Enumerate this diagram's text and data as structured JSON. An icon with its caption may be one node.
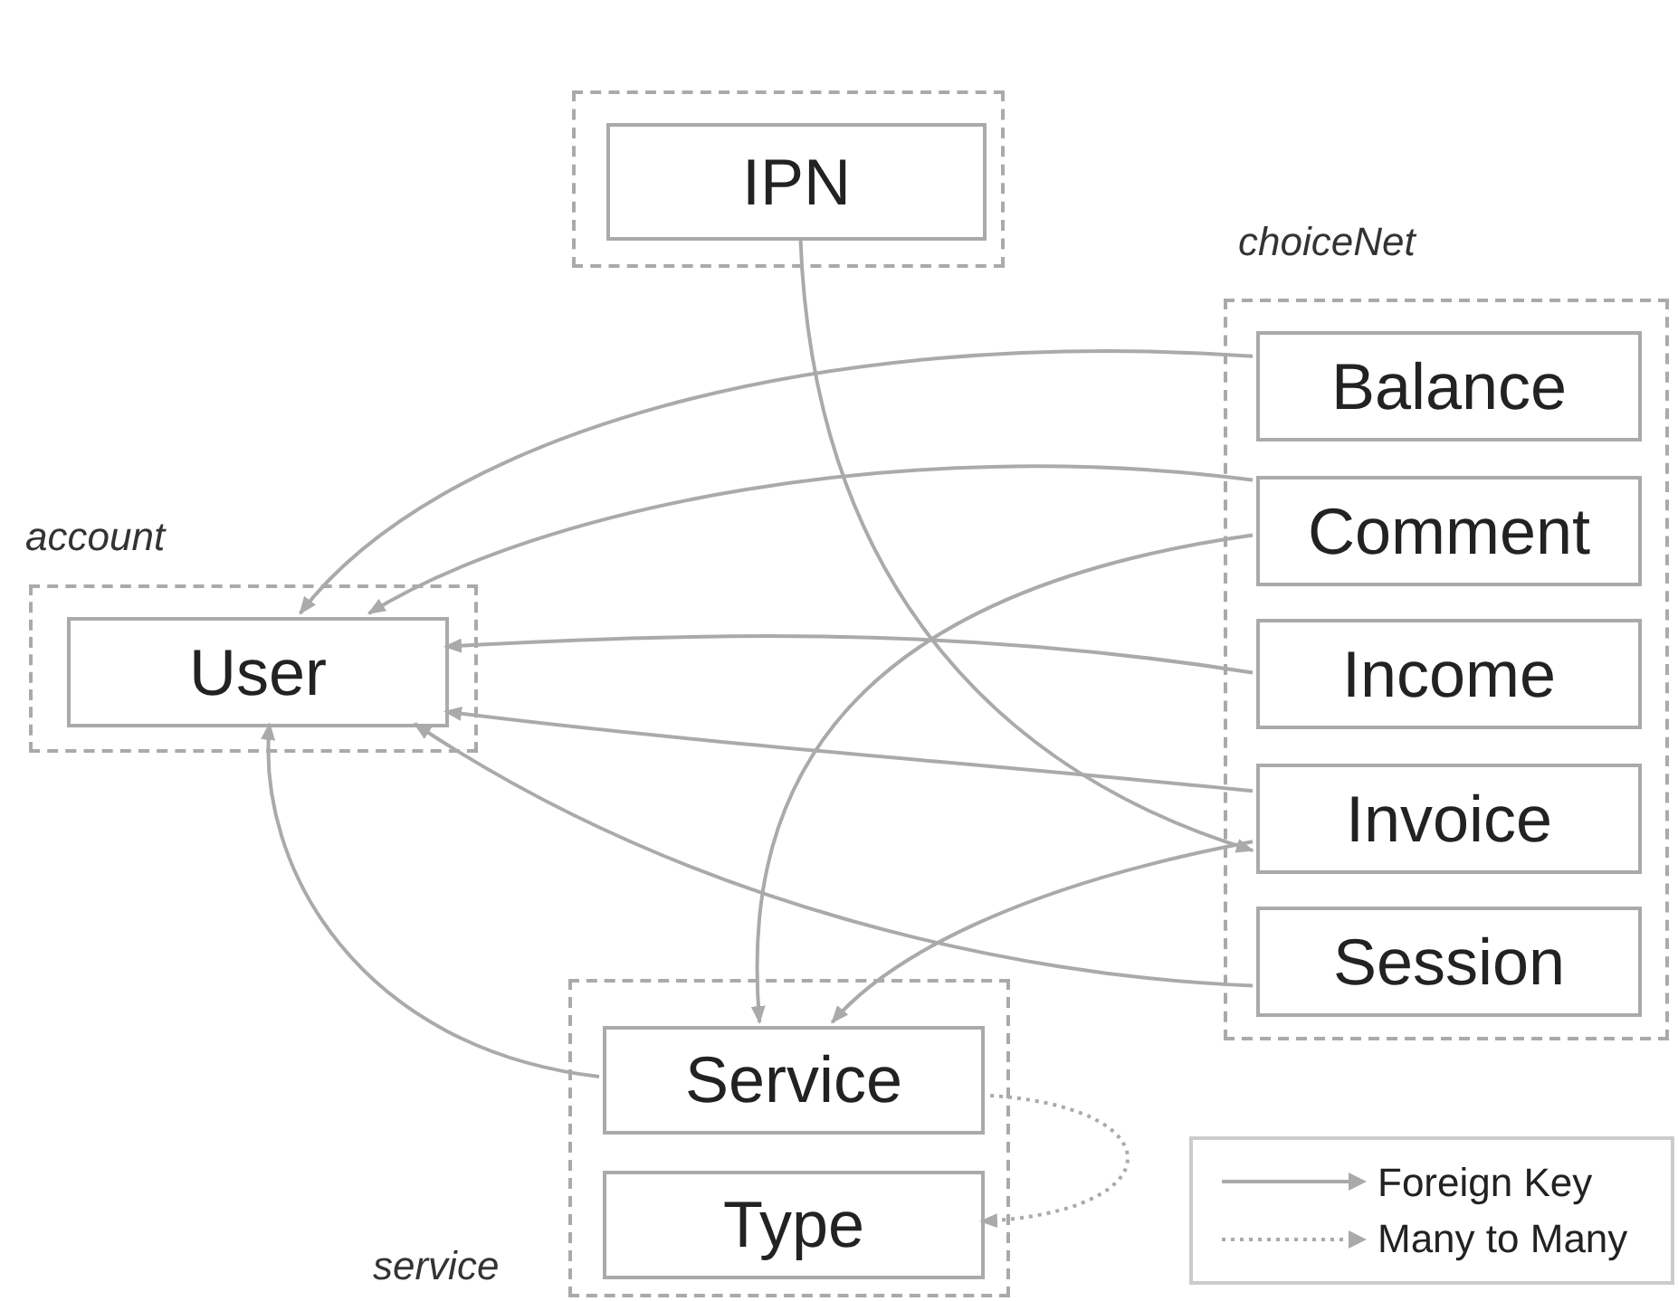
{
  "diagram": {
    "nodes": [
      {
        "text": [],
        "shape": "box"
      },
      {
        "text": [
          "IPN"
        ],
        "in": 0
      },
      {
        "text": [
          "choiceNet"
        ]
      },
      {
        "text": [
          "Balance"
        ],
        "in": 2
      },
      {
        "text": [
          "Comment"
        ],
        "in": 2
      },
      {
        "text": [
          "Income"
        ],
        "in": 2
      },
      {
        "text": [
          "Invoice"
        ],
        "in": 2
      },
      {
        "text": [
          "Session"
        ],
        "in": 2
      },
      {
        "text": [
          "account"
        ]
      },
      {
        "text": [
          "User"
        ],
        "in": 8
      },
      {
        "text": [
          "service"
        ]
      },
      {
        "text": [
          "Service"
        ],
        "in": 10
      },
      {
        "text": [
          "Type"
        ],
        "in": 10
      }
    ],
    "edges": [
      {
        "from": 3,
        "to": 9,
        "arrow": "to"
      },
      {
        "from": 4,
        "to": 9,
        "arrow": "to"
      },
      {
        "from": 5,
        "to": 9,
        "arrow": "to"
      },
      {
        "from": 6,
        "to": 9,
        "arrow": "to"
      },
      {
        "from": 7,
        "to": 9,
        "arrow": "to"
      },
      {
        "from": 1,
        "to": 6,
        "arrow": "to"
      },
      {
        "from": 4,
        "to": 11,
        "arrow": "to"
      },
      {
        "from": 6,
        "to": 11,
        "arrow": "to"
      },
      {
        "from": 11,
        "to": 9,
        "arrow": "to"
      },
      {
        "from": 11,
        "to": 12,
        "arrow": "to",
        "style": "dashed"
      }
    ],
    "legend": [
      {
        "text": "Foreign Key"
      },
      {
        "text": "Many to Many"
      }
    ]
  }
}
